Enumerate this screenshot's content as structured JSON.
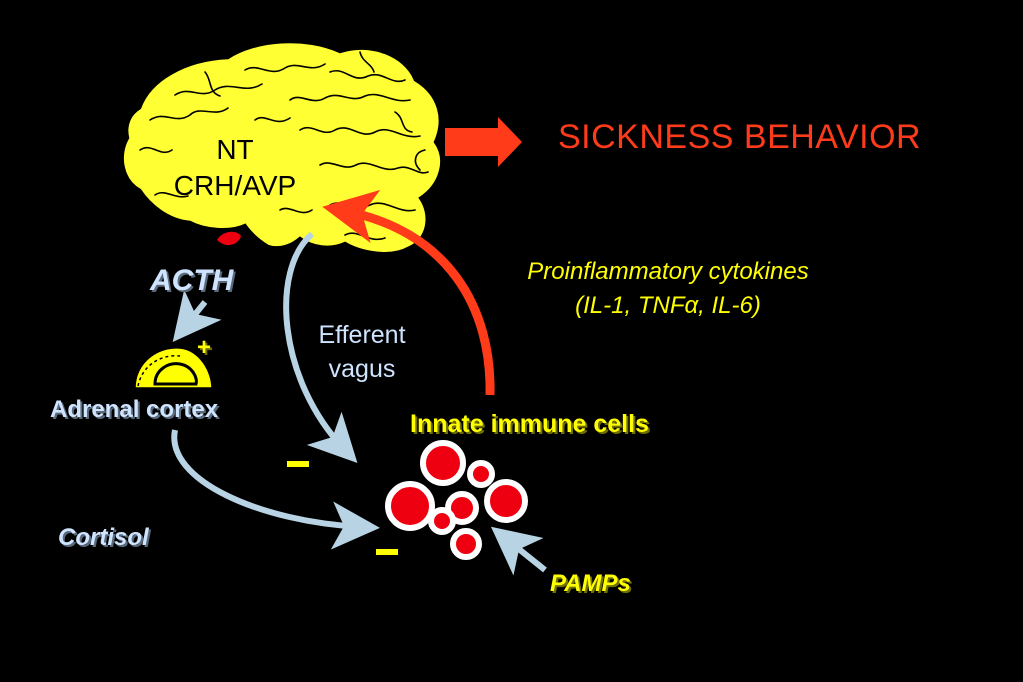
{
  "brain": {
    "line1": "NT",
    "line2": "CRH/AVP"
  },
  "sickness_behavior": "SICKNESS BEHAVIOR",
  "cytokines": {
    "line1": "Proinflammatory cytokines",
    "line2": "(IL-1, TNFα, IL-6)"
  },
  "acth": "ACTH",
  "plus_sign": "+",
  "adrenal_cortex": "Adrenal cortex",
  "efferent_vagus": {
    "line1": "Efferent",
    "line2": "vagus"
  },
  "innate_immune_cells": "Innate immune cells",
  "cortisol": "Cortisol",
  "pamps": "PAMPs",
  "colors": {
    "brain": "#ffff33",
    "red_arrow": "#ff3b1a",
    "blue_arrow": "#b8d4e4",
    "cell": "#ee0011",
    "yellow_text": "#ffff00"
  }
}
